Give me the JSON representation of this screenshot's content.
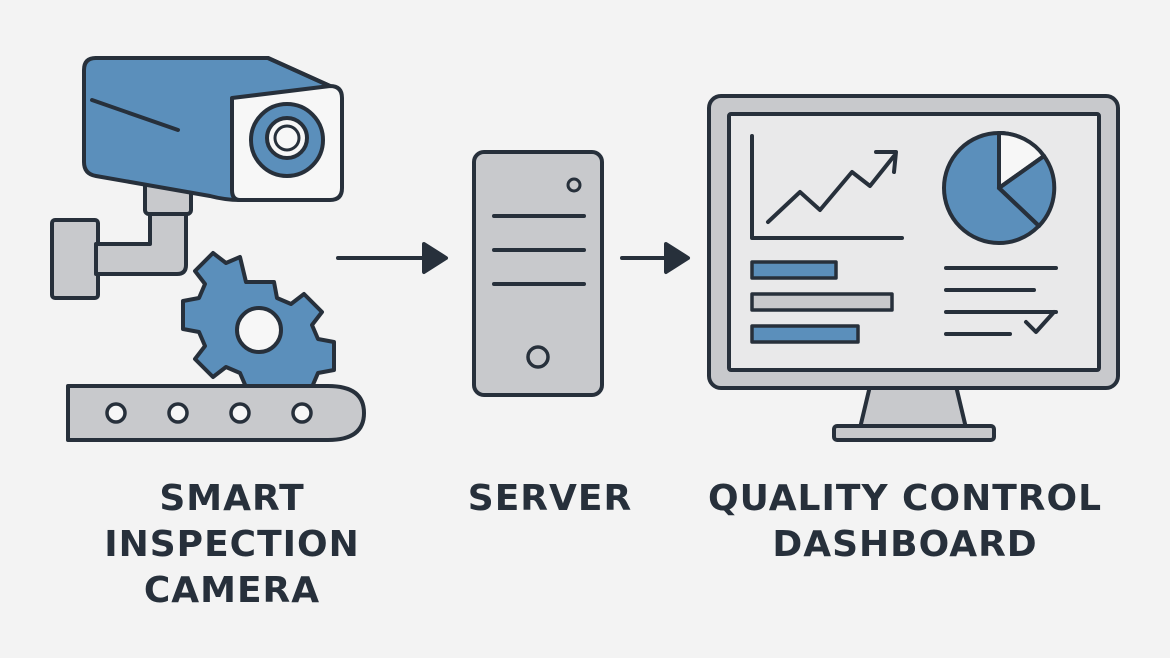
{
  "labels": {
    "camera": [
      "SMART",
      "INSPECTION",
      "CAMERA"
    ],
    "server": [
      "SERVER"
    ],
    "dashboard": [
      "QUALITY CONTROL",
      "DASHBOARD"
    ]
  },
  "colors": {
    "background": "#f3f3f3",
    "outline": "#27303b",
    "accent_blue": "#5b8fbb",
    "gray": "#c8c9cc",
    "light": "#e9e9ea",
    "white": "#f7f7f7"
  },
  "icons": {
    "camera": "security-camera-icon",
    "gear": "gear-icon",
    "conveyor": "conveyor-belt-icon",
    "server": "server-tower-icon",
    "monitor": "monitor-icon",
    "line_chart": "trend-line-icon",
    "pie_chart": "pie-chart-icon",
    "checkmark": "checkmark-icon"
  }
}
